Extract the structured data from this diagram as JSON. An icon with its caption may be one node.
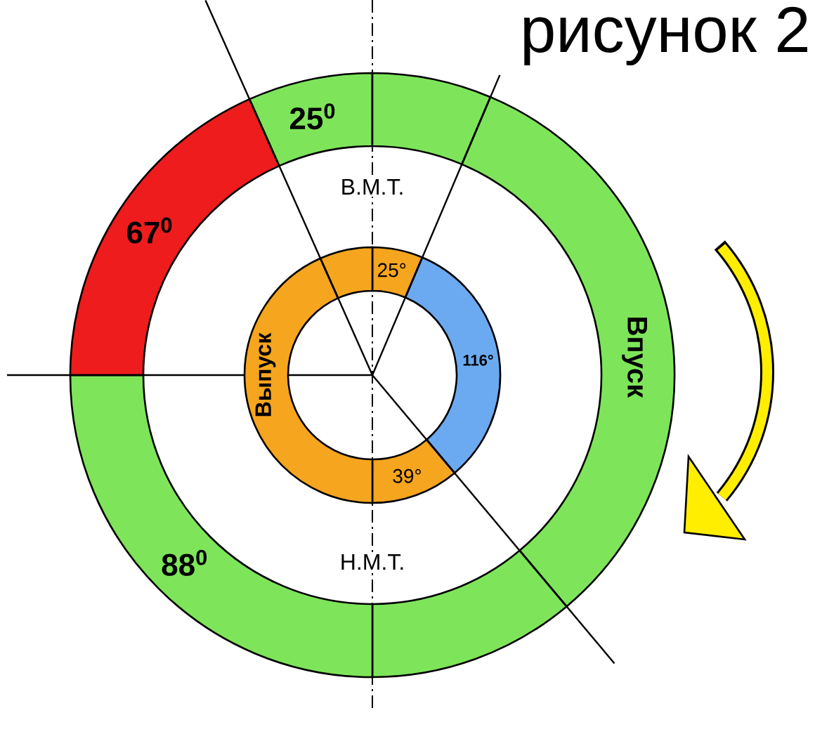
{
  "diagram": {
    "title": "рисунок 2",
    "nodes": [
      {
        "text": [
          "25$^{0}$"
        ]
      },
      {
        "text": [],
        "shape": "band"
      },
      {
        "text": [
          "Впуск"
        ]
      },
      {
        "text": [],
        "shape": "band"
      },
      {
        "text": [
          "88$^{0}$"
        ]
      },
      {
        "text": [
          "67$^{0}$"
        ]
      },
      {
        "text": [
          "25°"
        ]
      },
      {
        "text": [
          "116°"
        ]
      },
      {
        "text": [
          "39°"
        ]
      },
      {
        "text": [
          "Выпуск"
        ]
      },
      {
        "text": [],
        "shape": "band"
      }
    ],
    "labels": [
      "В.М.Т.",
      "Н.М.Т."
    ]
  }
}
